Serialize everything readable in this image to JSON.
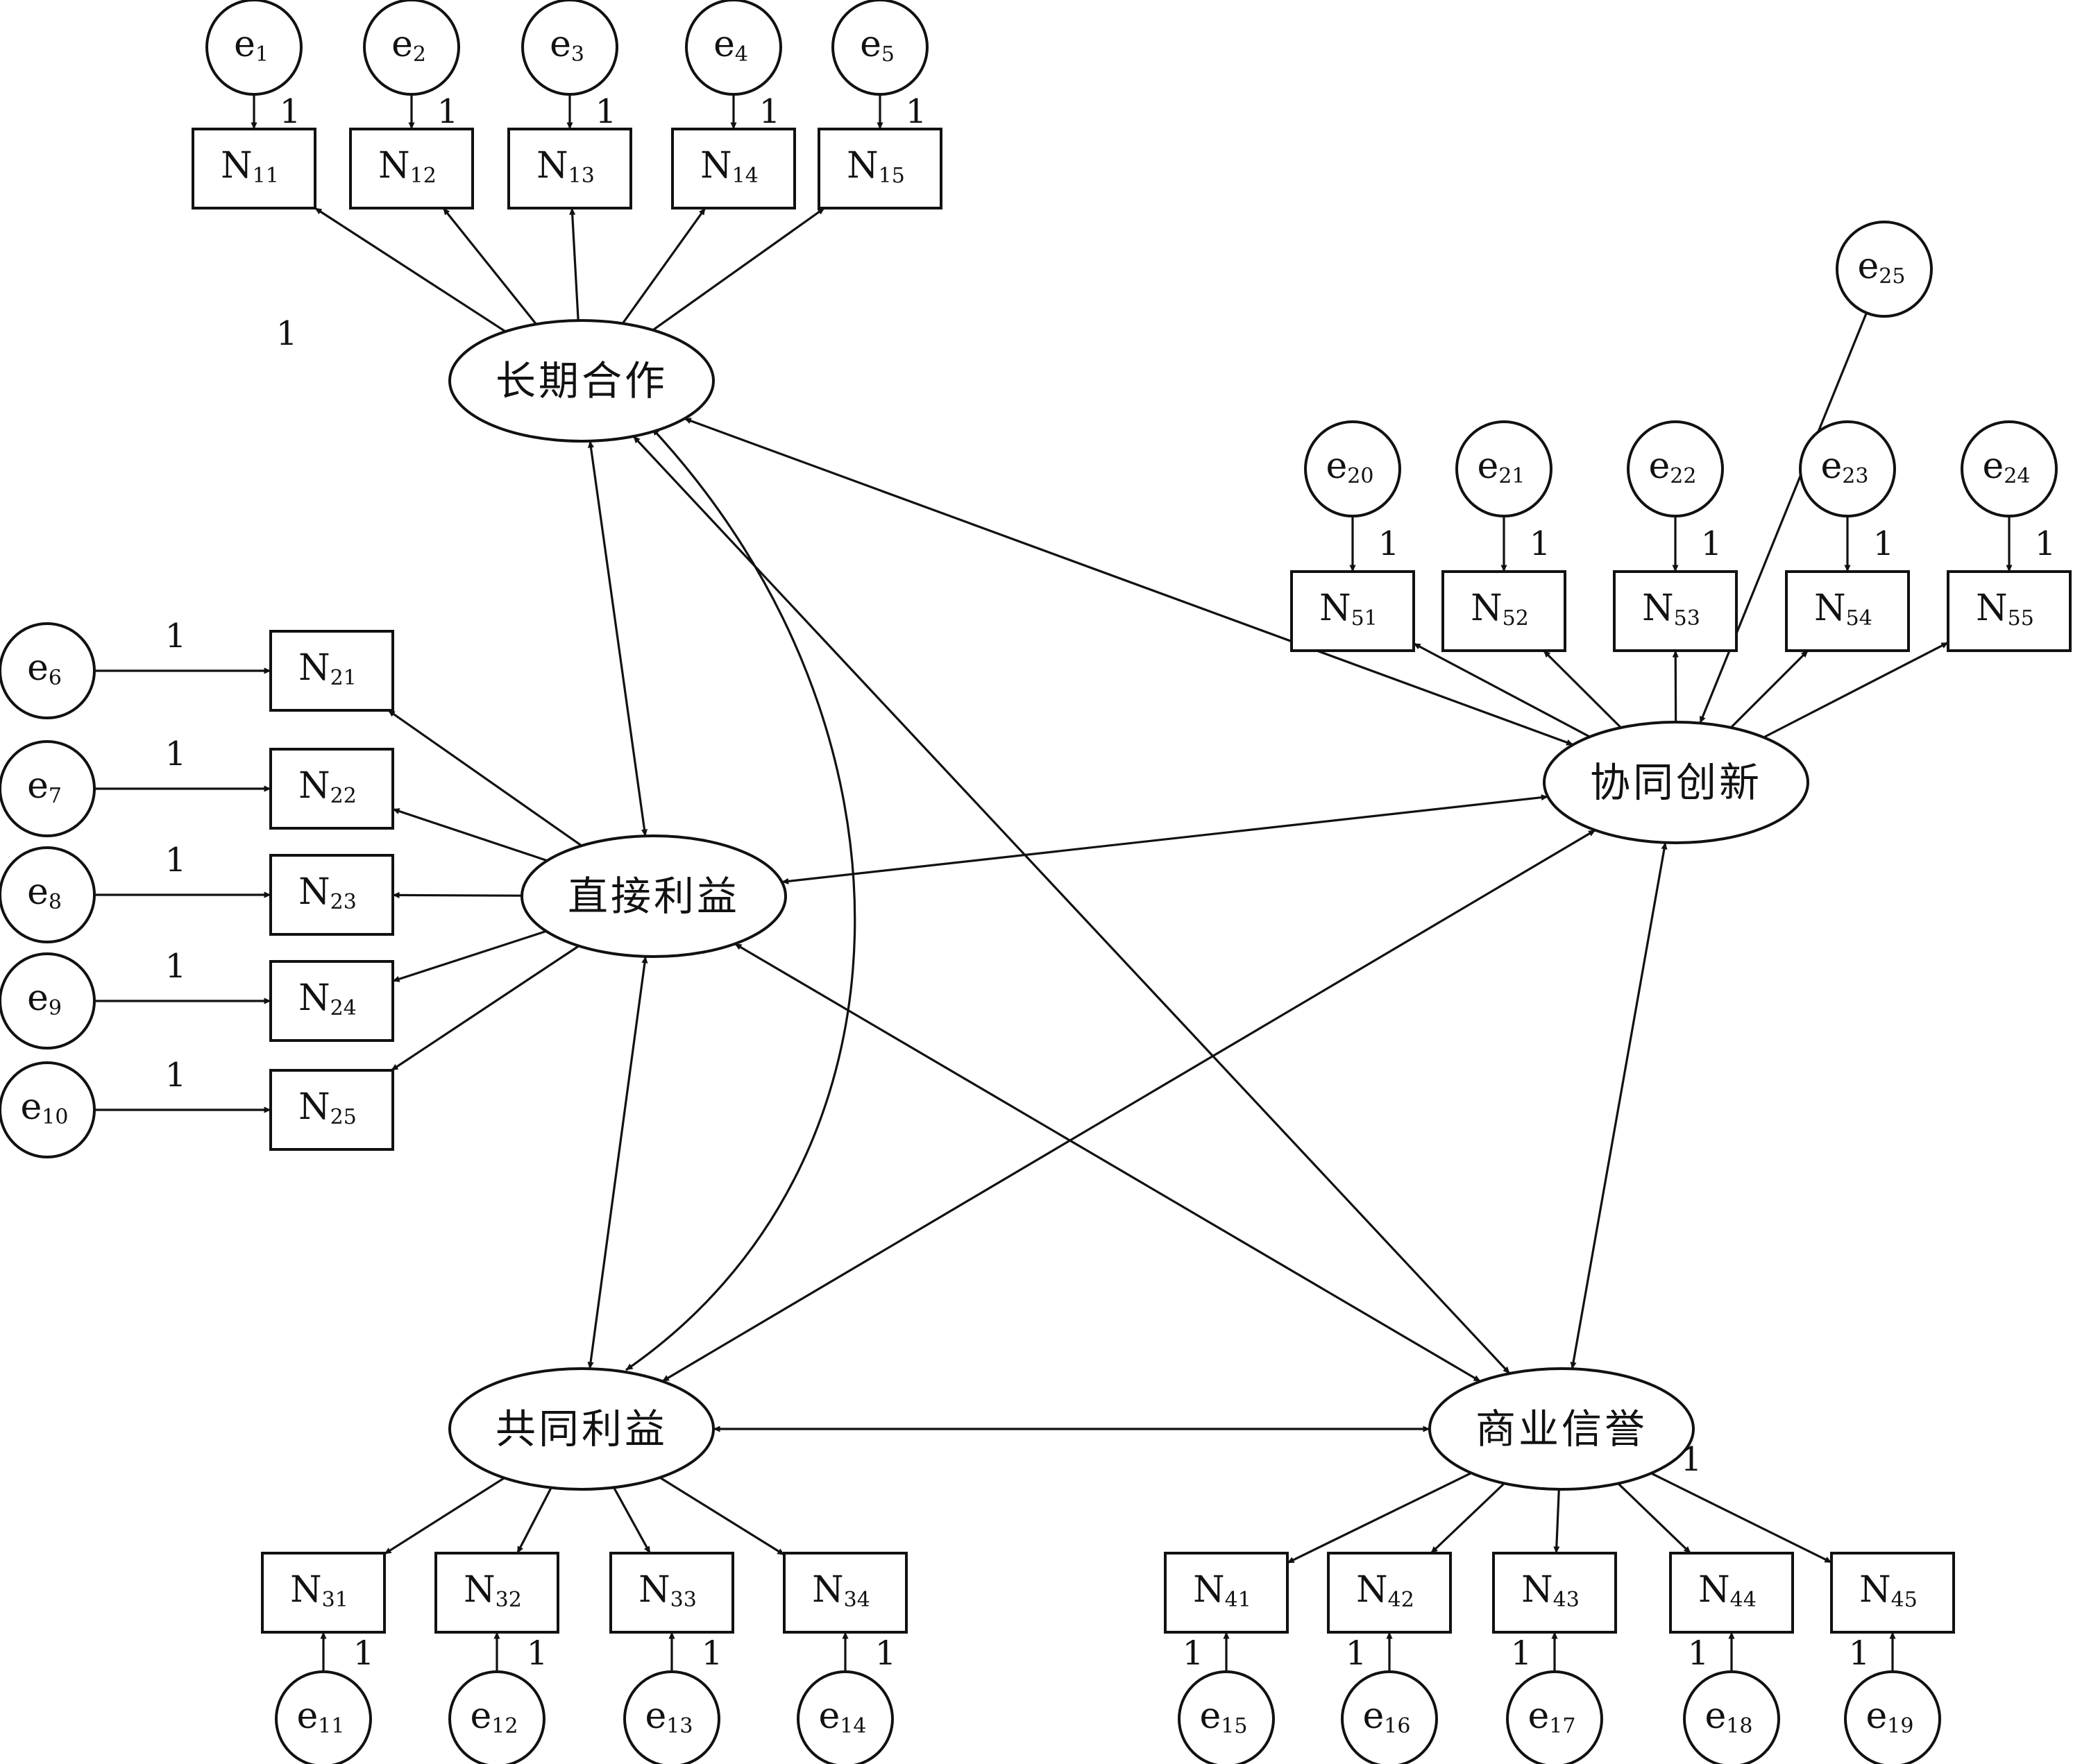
{
  "latents": [
    {
      "id": "L1",
      "label": "长期合作"
    },
    {
      "id": "L2",
      "label": "直接利益"
    },
    {
      "id": "L3",
      "label": "共同利益"
    },
    {
      "id": "L4",
      "label": "商业信誉"
    },
    {
      "id": "L5",
      "label": "协同创新"
    }
  ],
  "indicators": [
    {
      "id": "N11",
      "main": "N",
      "sub": "11",
      "latent": "L1"
    },
    {
      "id": "N12",
      "main": "N",
      "sub": "12",
      "latent": "L1"
    },
    {
      "id": "N13",
      "main": "N",
      "sub": "13",
      "latent": "L1"
    },
    {
      "id": "N14",
      "main": "N",
      "sub": "14",
      "latent": "L1"
    },
    {
      "id": "N15",
      "main": "N",
      "sub": "15",
      "latent": "L1"
    },
    {
      "id": "N21",
      "main": "N",
      "sub": "21",
      "latent": "L2"
    },
    {
      "id": "N22",
      "main": "N",
      "sub": "22",
      "latent": "L2"
    },
    {
      "id": "N23",
      "main": "N",
      "sub": "23",
      "latent": "L2"
    },
    {
      "id": "N24",
      "main": "N",
      "sub": "24",
      "latent": "L2"
    },
    {
      "id": "N25",
      "main": "N",
      "sub": "25",
      "latent": "L2"
    },
    {
      "id": "N31",
      "main": "N",
      "sub": "31",
      "latent": "L3"
    },
    {
      "id": "N32",
      "main": "N",
      "sub": "32",
      "latent": "L3"
    },
    {
      "id": "N33",
      "main": "N",
      "sub": "33",
      "latent": "L3"
    },
    {
      "id": "N34",
      "main": "N",
      "sub": "34",
      "latent": "L3"
    },
    {
      "id": "N41",
      "main": "N",
      "sub": "41",
      "latent": "L4"
    },
    {
      "id": "N42",
      "main": "N",
      "sub": "42",
      "latent": "L4"
    },
    {
      "id": "N43",
      "main": "N",
      "sub": "43",
      "latent": "L4"
    },
    {
      "id": "N44",
      "main": "N",
      "sub": "44",
      "latent": "L4"
    },
    {
      "id": "N45",
      "main": "N",
      "sub": "45",
      "latent": "L4"
    },
    {
      "id": "N51",
      "main": "N",
      "sub": "51",
      "latent": "L5"
    },
    {
      "id": "N52",
      "main": "N",
      "sub": "52",
      "latent": "L5"
    },
    {
      "id": "N53",
      "main": "N",
      "sub": "53",
      "latent": "L5"
    },
    {
      "id": "N54",
      "main": "N",
      "sub": "54",
      "latent": "L5"
    },
    {
      "id": "N55",
      "main": "N",
      "sub": "55",
      "latent": "L5"
    }
  ],
  "errors": [
    {
      "id": "e1",
      "main": "e",
      "sub": "1",
      "target": "N11"
    },
    {
      "id": "e2",
      "main": "e",
      "sub": "2",
      "target": "N12"
    },
    {
      "id": "e3",
      "main": "e",
      "sub": "3",
      "target": "N13"
    },
    {
      "id": "e4",
      "main": "e",
      "sub": "4",
      "target": "N14"
    },
    {
      "id": "e5",
      "main": "e",
      "sub": "5",
      "target": "N15"
    },
    {
      "id": "e6",
      "main": "e",
      "sub": "6",
      "target": "N21"
    },
    {
      "id": "e7",
      "main": "e",
      "sub": "7",
      "target": "N22"
    },
    {
      "id": "e8",
      "main": "e",
      "sub": "8",
      "target": "N23"
    },
    {
      "id": "e9",
      "main": "e",
      "sub": "9",
      "target": "N24"
    },
    {
      "id": "e10",
      "main": "e",
      "sub": "10",
      "target": "N25"
    },
    {
      "id": "e11",
      "main": "e",
      "sub": "11",
      "target": "N31"
    },
    {
      "id": "e12",
      "main": "e",
      "sub": "12",
      "target": "N32"
    },
    {
      "id": "e13",
      "main": "e",
      "sub": "13",
      "target": "N33"
    },
    {
      "id": "e14",
      "main": "e",
      "sub": "14",
      "target": "N34"
    },
    {
      "id": "e15",
      "main": "e",
      "sub": "15",
      "target": "N41"
    },
    {
      "id": "e16",
      "main": "e",
      "sub": "16",
      "target": "N42"
    },
    {
      "id": "e17",
      "main": "e",
      "sub": "17",
      "target": "N43"
    },
    {
      "id": "e18",
      "main": "e",
      "sub": "18",
      "target": "N44"
    },
    {
      "id": "e19",
      "main": "e",
      "sub": "19",
      "target": "N45"
    },
    {
      "id": "e20",
      "main": "e",
      "sub": "20",
      "target": "N51"
    },
    {
      "id": "e21",
      "main": "e",
      "sub": "21",
      "target": "N52"
    },
    {
      "id": "e22",
      "main": "e",
      "sub": "22",
      "target": "N53"
    },
    {
      "id": "e23",
      "main": "e",
      "sub": "23",
      "target": "N54"
    },
    {
      "id": "e24",
      "main": "e",
      "sub": "24",
      "target": "N55"
    },
    {
      "id": "e25",
      "main": "e",
      "sub": "25",
      "target": "L5"
    }
  ],
  "fixed_loading_label": "1",
  "marker_loadings": [
    "N11",
    "N45"
  ],
  "covariances": [
    [
      "L1",
      "L2"
    ],
    [
      "L1",
      "L3"
    ],
    [
      "L1",
      "L4"
    ],
    [
      "L1",
      "L5"
    ],
    [
      "L2",
      "L3"
    ],
    [
      "L2",
      "L4"
    ],
    [
      "L2",
      "L5"
    ],
    [
      "L3",
      "L4"
    ],
    [
      "L3",
      "L5"
    ],
    [
      "L4",
      "L5"
    ]
  ]
}
